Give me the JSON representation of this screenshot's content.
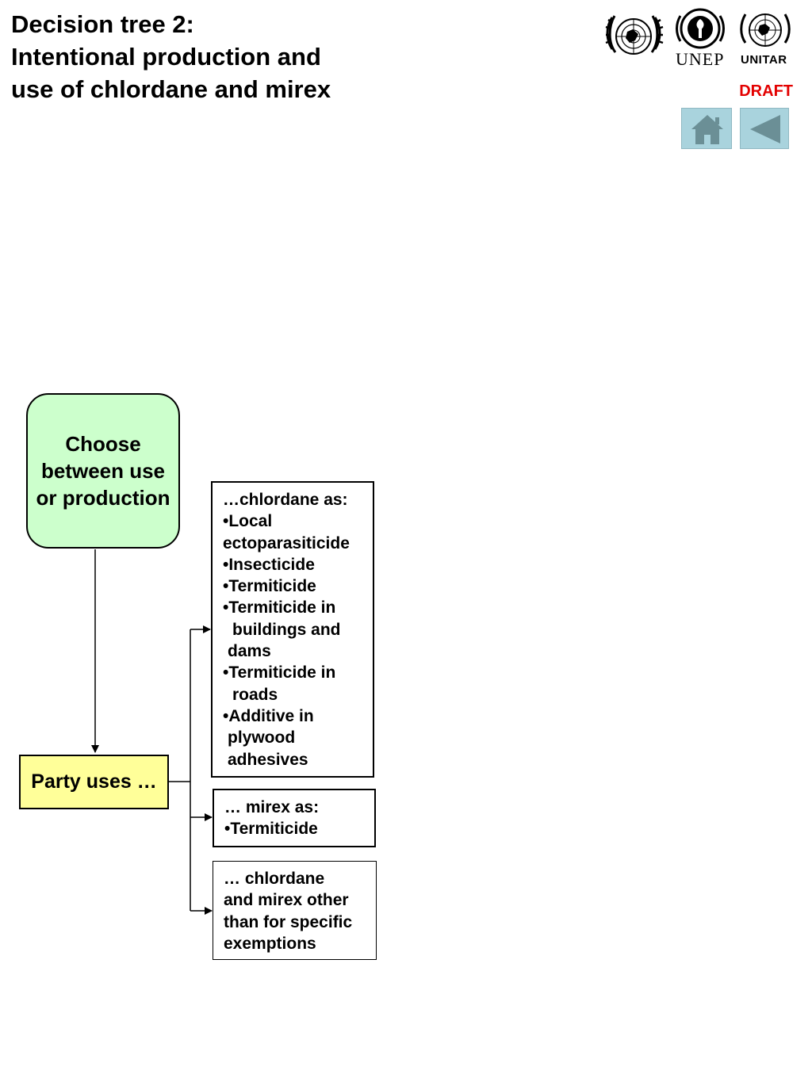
{
  "header": {
    "title_lines": [
      "Decision tree 2:",
      "Intentional production and",
      "use of chlordane and mirex"
    ],
    "draft_label": "DRAFT",
    "logos": [
      "un-emblem",
      "unep-logo",
      "unitar-logo"
    ],
    "logo_text": {
      "unep": "UNEP",
      "unitar": "UNITAR"
    }
  },
  "nav": {
    "home_icon": "home-icon",
    "back_icon": "back-triangle-icon"
  },
  "diagram": {
    "start_node": "Choose between use or production",
    "party_node": "Party uses …",
    "option_chlordane": [
      "…chlordane as:",
      "•Local",
      "ectoparasiticide",
      "•Insecticide",
      "•Termiticide",
      "•Termiticide in",
      "buildings and",
      "dams",
      "•Termiticide in",
      "roads",
      "•Additive in",
      "plywood",
      "adhesives"
    ],
    "option_mirex": [
      "… mirex as:",
      "•Termiticide"
    ],
    "option_other": [
      "… chlordane",
      "and mirex other",
      "than for specific",
      "exemptions"
    ]
  },
  "colors": {
    "start_fill": "#ccffcc",
    "party_fill": "#ffff99",
    "draft": "#e30000",
    "nav_button": "#a9d3dd",
    "nav_icon": "#6b8f96"
  }
}
